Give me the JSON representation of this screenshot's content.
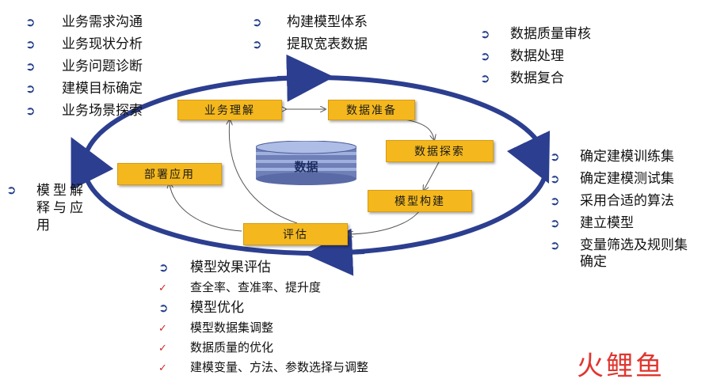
{
  "top_left_list": [
    "业务需求沟通",
    "业务现状分析",
    "业务问题诊断",
    "建模目标确定",
    "业务场景探索"
  ],
  "top_mid_list": [
    "构建模型体系",
    "提取宽表数据"
  ],
  "top_right_list": [
    "数据质量审核",
    "数据处理",
    "数据复合"
  ],
  "right_list": [
    "确定建模训练集",
    "确定建模测试集",
    "采用合适的算法",
    "建立模型",
    "变量筛选及规则集确定"
  ],
  "left_list": [
    "模型解释与应用"
  ],
  "bottom_list": {
    "heading1": "模型效果评估",
    "items1": [
      "查全率、查准率、提升度"
    ],
    "heading2": "模型优化",
    "items2": [
      "模型数据集调整",
      "数据质量的优化",
      "建模变量、方法、参数选择与调整"
    ]
  },
  "nodes": {
    "business_understanding": "业务理解",
    "data_preparation": "数据准备",
    "data_exploration": "数据探索",
    "model_building": "模型构建",
    "evaluation": "评估",
    "deployment": "部署应用"
  },
  "center_label": "数据",
  "brand": {
    "part1": "火",
    "part2": "鲤鱼"
  },
  "colors": {
    "cycle": "#2c3e8f",
    "node_fill": "#f4b81e",
    "bullet": "#1f3a8a",
    "check": "#cc2a2a"
  },
  "icons": {
    "bullet": "arrow-circle-icon",
    "check": "checkmark-icon"
  }
}
